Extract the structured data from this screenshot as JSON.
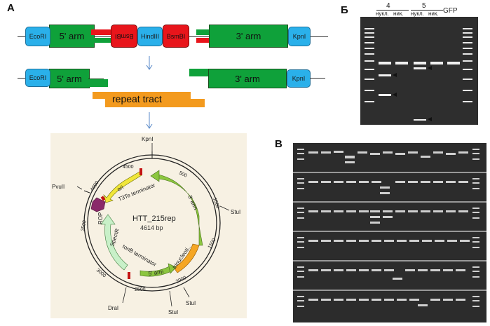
{
  "panels": {
    "a": "A",
    "b_cyr": "Б",
    "b": "B"
  },
  "construct": {
    "site_ecori": "EcoRI",
    "arm5": "5' arm",
    "site_bsmbi_rev": "BsmBI",
    "site_hindiii": "HindIII",
    "site_bsmbi": "BsmBI",
    "arm3": "3' arm",
    "site_kpni": "KpnI"
  },
  "digest": {
    "site_ecori": "EcoRI",
    "arm5": "5' arm",
    "arm3": "3' arm",
    "site_kpni": "KpnI",
    "insert": "repeat tract"
  },
  "plasmid": {
    "name": "HTT_215rep",
    "size": "4614 bp",
    "features": {
      "ori": "ori",
      "t3te": "T3Te terminator",
      "arm3": "3' arm",
      "trinucleotide": "trinucleoti..",
      "arm5": "5' arm",
      "tonb": "tonB terminator",
      "spectr": "SpectR",
      "rop": "ROP"
    },
    "sites": {
      "kpni": "KpnI",
      "pvuii": "PvuII",
      "stui1": "StuI",
      "stui2": "StuI",
      "stui3": "StuI",
      "drai": "DraI"
    },
    "ticks": [
      "500",
      "1000",
      "1500",
      "2000",
      "2500",
      "3000",
      "3500",
      "4000",
      "4500"
    ]
  },
  "gel_b_cyr": {
    "lane_groups": [
      {
        "number": "4",
        "lanes": [
          "нукл.",
          "ник."
        ]
      },
      {
        "number": "5",
        "lanes": [
          "нукл.",
          "ник."
        ]
      }
    ],
    "extra_lane": "GFP"
  },
  "gel_b": {
    "row_count": 6
  }
}
